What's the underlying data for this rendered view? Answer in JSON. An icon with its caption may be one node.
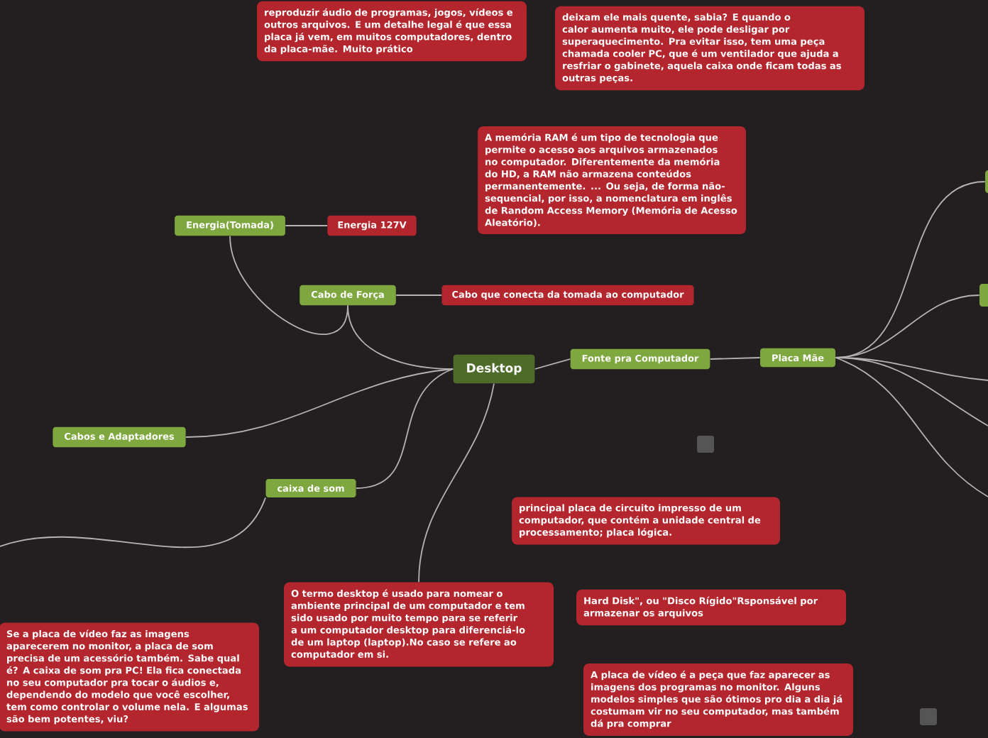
{
  "diagram": {
    "nodes": [
      {
        "text": [
          "Desktop"
        ]
      },
      {
        "text": [
          "Cabo de Força"
        ]
      },
      {
        "text": [
          "Energia(Tomada)"
        ]
      },
      {
        "text": [
          "Energia 127V"
        ]
      },
      {
        "text": [
          "Cabo que conecta da tomada ao computador"
        ]
      },
      {
        "text": [
          "Fonte pra Computador"
        ]
      },
      {
        "text": [
          "Placa Mãe"
        ]
      },
      {
        "text": [
          "Cabos e Adaptadores"
        ]
      },
      {
        "text": [
          "caixa de som"
        ]
      },
      {
        "text": [],
        "shape": "box"
      },
      {
        "text": [],
        "shape": "box"
      },
      {
        "text": [
          "reproduzir áudio de programas, jogos, vídeos e outros arquivos. E um detalhe legal é que essa placa já vem, em muitos computadores, dentro da placa-mãe. Muito prático"
        ]
      },
      {
        "text": [
          "deixam ele mais quente, sabia? E quando o calor aumenta muito, ele pode desligar por superaquecimento. Pra evitar isso, tem uma peça chamada cooler PC, que é um ventilador que ajuda a resfriar o gabinete, aquela caixa onde ficam todas as outras peças."
        ]
      },
      {
        "text": [
          "A memória RAM é um tipo de tecnologia que permite o acesso aos arquivos armazenados no computador. Diferentemente da memória do HD, a RAM não armazena conteúdos permanentemente. ... Ou seja, de forma não-sequencial, por isso, a nomenclatura em inglês de Random Access Memory (Memória de Acesso Aleatório)."
        ]
      },
      {
        "text": [
          "principal placa de circuito impresso de um computador, que contém a unidade central de processamento; placa lógica."
        ]
      },
      {
        "text": [
          "O termo desktop é usado para nomear o ambiente principal de um computador e tem sido usado por muito tempo para se referir a um computador desktop para diferenciá-lo de um laptop (laptop).No caso se refere ao computador em si."
        ]
      },
      {
        "text": [
          "Hard Disk\", ou \"Disco Rígido\"Rsponsável por armazenar os arquivos"
        ]
      },
      {
        "text": [
          "Se a placa de vídeo faz as imagens aparecerem no monitor, a placa de som precisa de um acessório também. Sabe qual é? A caixa de som pra PC! Ela fica conectada no seu computador pra tocar o áudios e, dependendo do modelo que você escolher, tem como controlar o volume nela. E algumas são bem potentes, viu?"
        ]
      },
      {
        "text": [
          "A placa de vídeo é a peça que faz aparecer as imagens dos programas no monitor. Alguns modelos simples que são ótimos pro dia a dia já costumam vir no seu computador, mas também dá pra comprar"
        ]
      }
    ],
    "edges": [
      {
        "from": 0,
        "to": 1,
        "arrow": "none"
      },
      {
        "from": 1,
        "to": 2,
        "arrow": "none"
      },
      {
        "from": 2,
        "to": 3,
        "arrow": "none"
      },
      {
        "from": 1,
        "to": 4,
        "arrow": "none"
      },
      {
        "from": 0,
        "to": 5,
        "arrow": "none"
      },
      {
        "from": 5,
        "to": 6,
        "arrow": "none"
      },
      {
        "from": 0,
        "to": 7,
        "arrow": "none"
      },
      {
        "from": 0,
        "to": 8,
        "arrow": "none"
      },
      {
        "from": 6,
        "to": 9,
        "arrow": "none"
      },
      {
        "from": 6,
        "to": 10,
        "arrow": "none"
      },
      {
        "from": 6,
        "to": null,
        "arrow": "none"
      },
      {
        "from": 6,
        "to": null,
        "arrow": "none"
      },
      {
        "from": 6,
        "to": null,
        "arrow": "none"
      },
      {
        "from": 0,
        "to": 15,
        "arrow": "none"
      },
      {
        "from": 8,
        "to": null,
        "arrow": "none"
      }
    ]
  }
}
